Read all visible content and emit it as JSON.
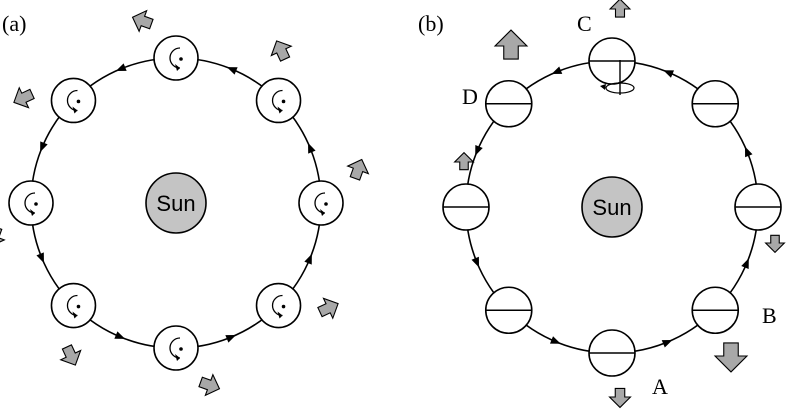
{
  "panel_a": {
    "label": "(a)",
    "sun_label": "Sun"
  },
  "panel_b": {
    "label": "(b)",
    "sun_label": "Sun",
    "point_labels": {
      "A": "A",
      "B": "B",
      "C": "C",
      "D": "D"
    }
  },
  "colors": {
    "sun_fill": "#c4c4c4",
    "arrow_fill": "#a8a8a8",
    "stroke": "#000000",
    "background": "#ffffff"
  }
}
